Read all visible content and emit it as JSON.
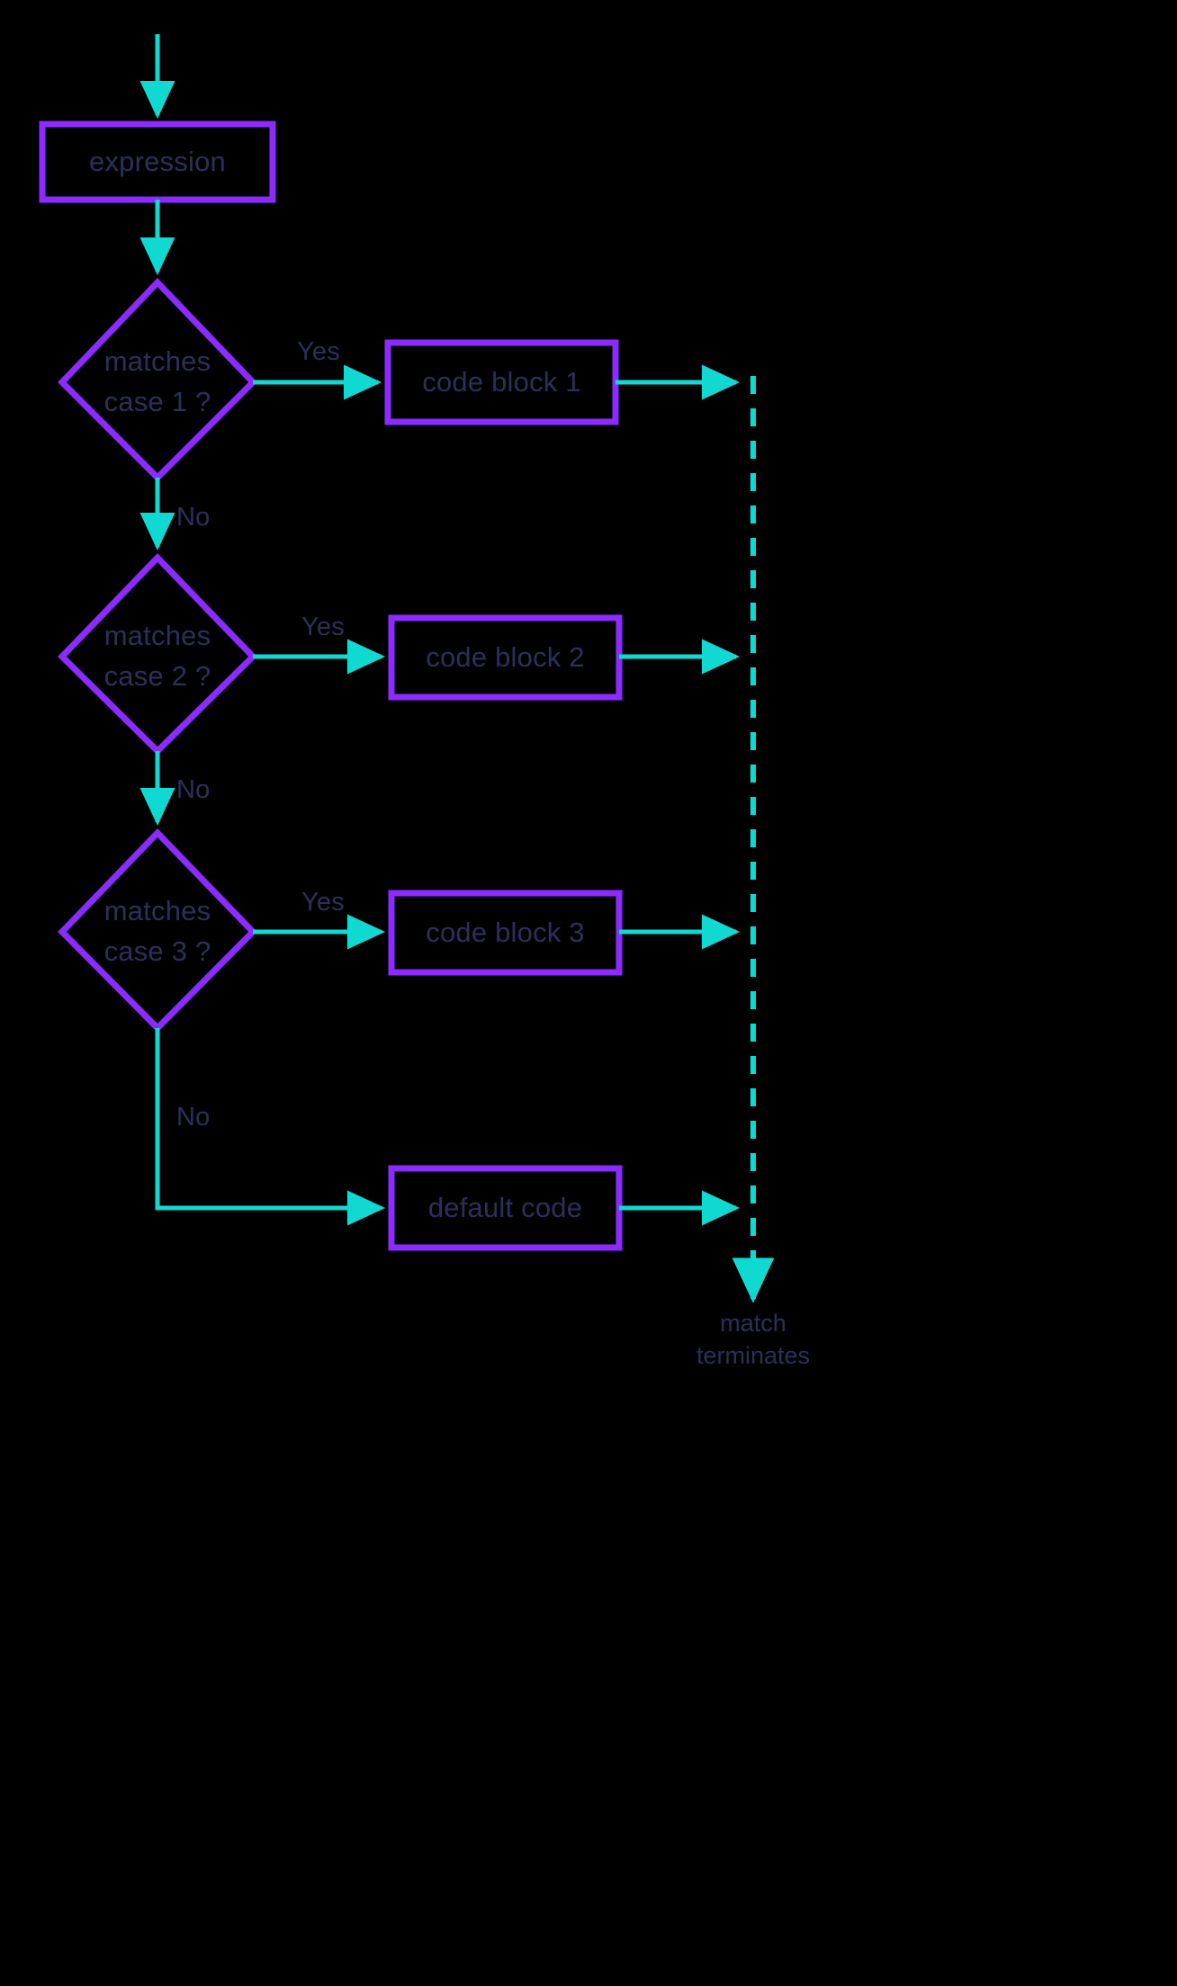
{
  "diagram": {
    "title": "switch statement flowchart",
    "background_color": "#000000",
    "shape_border_color": "#8B2BFF",
    "connector_color": "#0FD9D0",
    "text_color": "#2B3058"
  },
  "nodes": {
    "expression": {
      "label": "expression",
      "shape": "rectangle"
    },
    "decision1": {
      "line1": "matches",
      "line2": "case 1 ?",
      "shape": "diamond"
    },
    "decision2": {
      "line1": "matches",
      "line2": "case 2 ?",
      "shape": "diamond"
    },
    "decision3": {
      "line1": "matches",
      "line2": "case 3 ?",
      "shape": "diamond"
    },
    "block1": {
      "label": "code block 1",
      "shape": "rectangle"
    },
    "block2": {
      "label": "code block 2",
      "shape": "rectangle"
    },
    "block3": {
      "label": "code block 3",
      "shape": "rectangle"
    },
    "default": {
      "label": "default code",
      "shape": "rectangle"
    }
  },
  "edge_labels": {
    "yes1": "Yes",
    "yes2": "Yes",
    "yes3": "Yes",
    "no1": "No",
    "no2": "No",
    "no3": "No"
  },
  "terminal": {
    "line1": "match",
    "line2": "terminates"
  }
}
